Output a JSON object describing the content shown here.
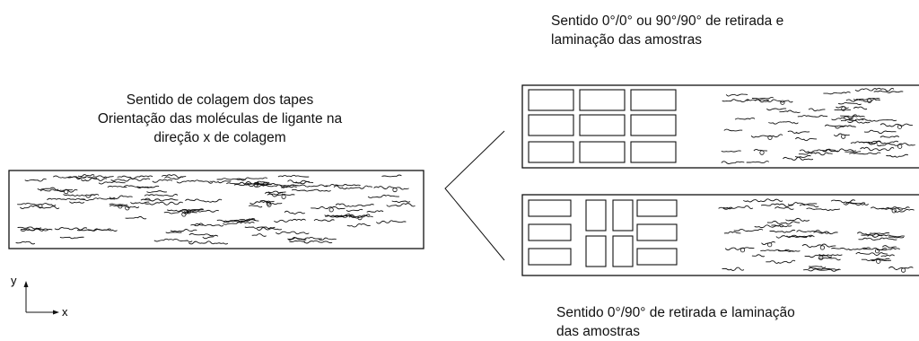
{
  "left_caption": {
    "line1": "Sentido de colagem dos tapes",
    "line2": "Orientação das moléculas de ligante na",
    "line3": "direção x de colagem"
  },
  "top_right_caption": {
    "line1": "Sentido 0°/0° ou 90°/90° de retirada e",
    "line2": "laminação das amostras"
  },
  "bottom_right_caption": {
    "line1": "Sentido 0°/90° de retirada e laminação",
    "line2": "das amostras"
  },
  "axes": {
    "y_label": "y",
    "x_label": "x"
  }
}
